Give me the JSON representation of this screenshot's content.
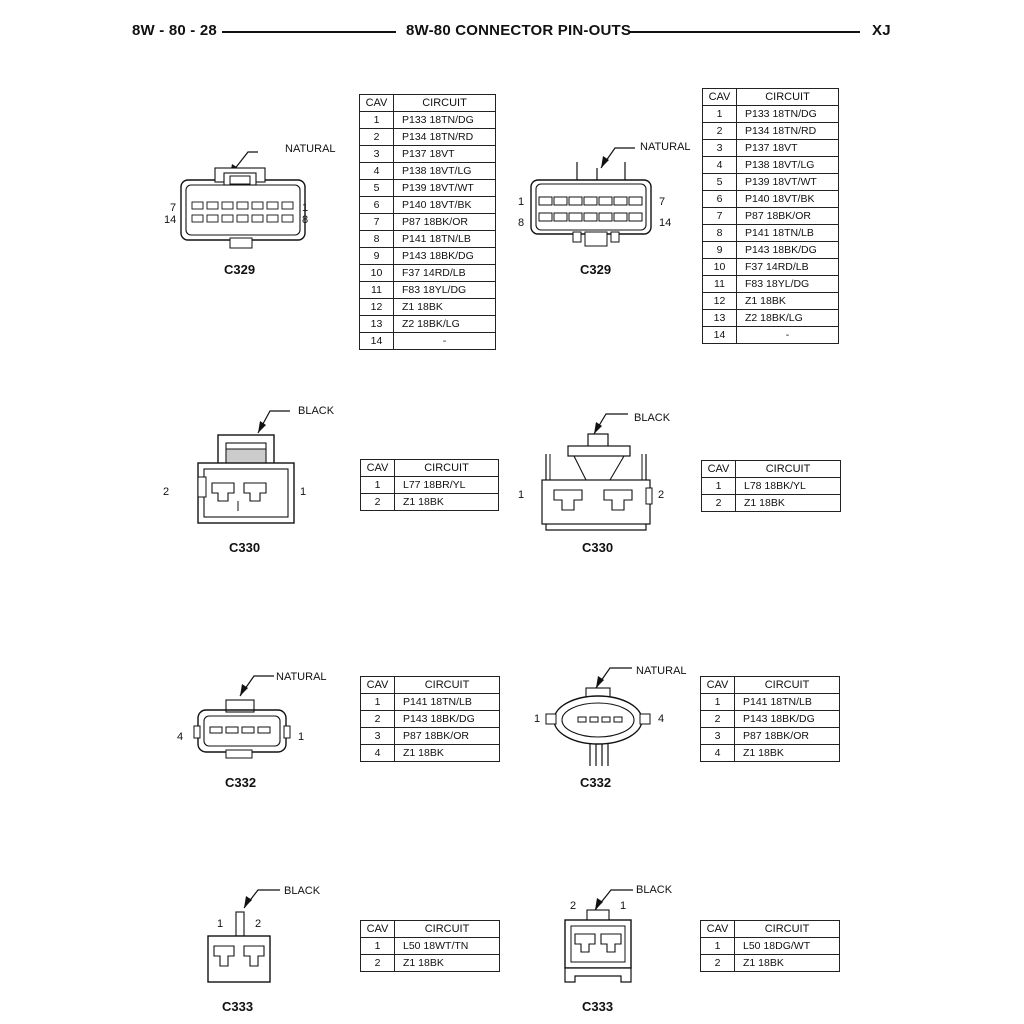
{
  "header": {
    "page_code": "8W - 80 - 28",
    "title": "8W-80 CONNECTOR PIN-OUTS",
    "model": "XJ"
  },
  "tables": {
    "c329_left": {
      "cav_header": "CAV",
      "circuit_header": "CIRCUIT",
      "rows": [
        {
          "cav": "1",
          "circuit": "P133 18TN/DG"
        },
        {
          "cav": "2",
          "circuit": "P134 18TN/RD"
        },
        {
          "cav": "3",
          "circuit": "P137 18VT"
        },
        {
          "cav": "4",
          "circuit": "P138 18VT/LG"
        },
        {
          "cav": "5",
          "circuit": "P139 18VT/WT"
        },
        {
          "cav": "6",
          "circuit": "P140 18VT/BK"
        },
        {
          "cav": "7",
          "circuit": "P87 18BK/OR"
        },
        {
          "cav": "8",
          "circuit": "P141 18TN/LB"
        },
        {
          "cav": "9",
          "circuit": "P143 18BK/DG"
        },
        {
          "cav": "10",
          "circuit": "F37 14RD/LB"
        },
        {
          "cav": "11",
          "circuit": "F83 18YL/DG"
        },
        {
          "cav": "12",
          "circuit": "Z1 18BK"
        },
        {
          "cav": "13",
          "circuit": "Z2 18BK/LG"
        },
        {
          "cav": "14",
          "circuit": "-"
        }
      ]
    },
    "c329_right": {
      "cav_header": "CAV",
      "circuit_header": "CIRCUIT",
      "rows": [
        {
          "cav": "1",
          "circuit": "P133 18TN/DG"
        },
        {
          "cav": "2",
          "circuit": "P134 18TN/RD"
        },
        {
          "cav": "3",
          "circuit": "P137 18VT"
        },
        {
          "cav": "4",
          "circuit": "P138 18VT/LG"
        },
        {
          "cav": "5",
          "circuit": "P139 18VT/WT"
        },
        {
          "cav": "6",
          "circuit": "P140 18VT/BK"
        },
        {
          "cav": "7",
          "circuit": "P87 18BK/OR"
        },
        {
          "cav": "8",
          "circuit": "P141 18TN/LB"
        },
        {
          "cav": "9",
          "circuit": "P143 18BK/DG"
        },
        {
          "cav": "10",
          "circuit": "F37 14RD/LB"
        },
        {
          "cav": "11",
          "circuit": "F83 18YL/DG"
        },
        {
          "cav": "12",
          "circuit": "Z1 18BK"
        },
        {
          "cav": "13",
          "circuit": "Z2 18BK/LG"
        },
        {
          "cav": "14",
          "circuit": "-"
        }
      ]
    },
    "c330_left": {
      "cav_header": "CAV",
      "circuit_header": "CIRCUIT",
      "rows": [
        {
          "cav": "1",
          "circuit": "L77 18BR/YL"
        },
        {
          "cav": "2",
          "circuit": "Z1 18BK"
        }
      ]
    },
    "c330_right": {
      "cav_header": "CAV",
      "circuit_header": "CIRCUIT",
      "rows": [
        {
          "cav": "1",
          "circuit": "L78 18BK/YL"
        },
        {
          "cav": "2",
          "circuit": "Z1 18BK"
        }
      ]
    },
    "c332_left": {
      "cav_header": "CAV",
      "circuit_header": "CIRCUIT",
      "rows": [
        {
          "cav": "1",
          "circuit": "P141 18TN/LB"
        },
        {
          "cav": "2",
          "circuit": "P143 18BK/DG"
        },
        {
          "cav": "3",
          "circuit": "P87 18BK/OR"
        },
        {
          "cav": "4",
          "circuit": "Z1 18BK"
        }
      ]
    },
    "c332_right": {
      "cav_header": "CAV",
      "circuit_header": "CIRCUIT",
      "rows": [
        {
          "cav": "1",
          "circuit": "P141 18TN/LB"
        },
        {
          "cav": "2",
          "circuit": "P143 18BK/DG"
        },
        {
          "cav": "3",
          "circuit": "P87 18BK/OR"
        },
        {
          "cav": "4",
          "circuit": "Z1 18BK"
        }
      ]
    },
    "c333_left": {
      "cav_header": "CAV",
      "circuit_header": "CIRCUIT",
      "rows": [
        {
          "cav": "1",
          "circuit": "L50 18WT/TN"
        },
        {
          "cav": "2",
          "circuit": "Z1 18BK"
        }
      ]
    },
    "c333_right": {
      "cav_header": "CAV",
      "circuit_header": "CIRCUIT",
      "rows": [
        {
          "cav": "1",
          "circuit": "L50 18DG/WT"
        },
        {
          "cav": "2",
          "circuit": "Z1 18BK"
        }
      ]
    }
  },
  "connectors": {
    "c329_left": {
      "name": "C329",
      "color": "NATURAL",
      "pins": [
        "7",
        "14",
        "1",
        "8"
      ]
    },
    "c329_right": {
      "name": "C329",
      "color": "NATURAL",
      "pins": [
        "1",
        "8",
        "7",
        "14"
      ]
    },
    "c330_left": {
      "name": "C330",
      "color": "BLACK",
      "pins": [
        "2",
        "1"
      ]
    },
    "c330_right": {
      "name": "C330",
      "color": "BLACK",
      "pins": [
        "1",
        "2"
      ]
    },
    "c332_left": {
      "name": "C332",
      "color": "NATURAL",
      "pins": [
        "4",
        "1"
      ]
    },
    "c332_right": {
      "name": "C332",
      "color": "NATURAL",
      "pins": [
        "1",
        "4"
      ]
    },
    "c333_left": {
      "name": "C333",
      "color": "BLACK",
      "pins": [
        "1",
        "2"
      ]
    },
    "c333_right": {
      "name": "C333",
      "color": "BLACK",
      "pins": [
        "2",
        "1"
      ]
    }
  }
}
